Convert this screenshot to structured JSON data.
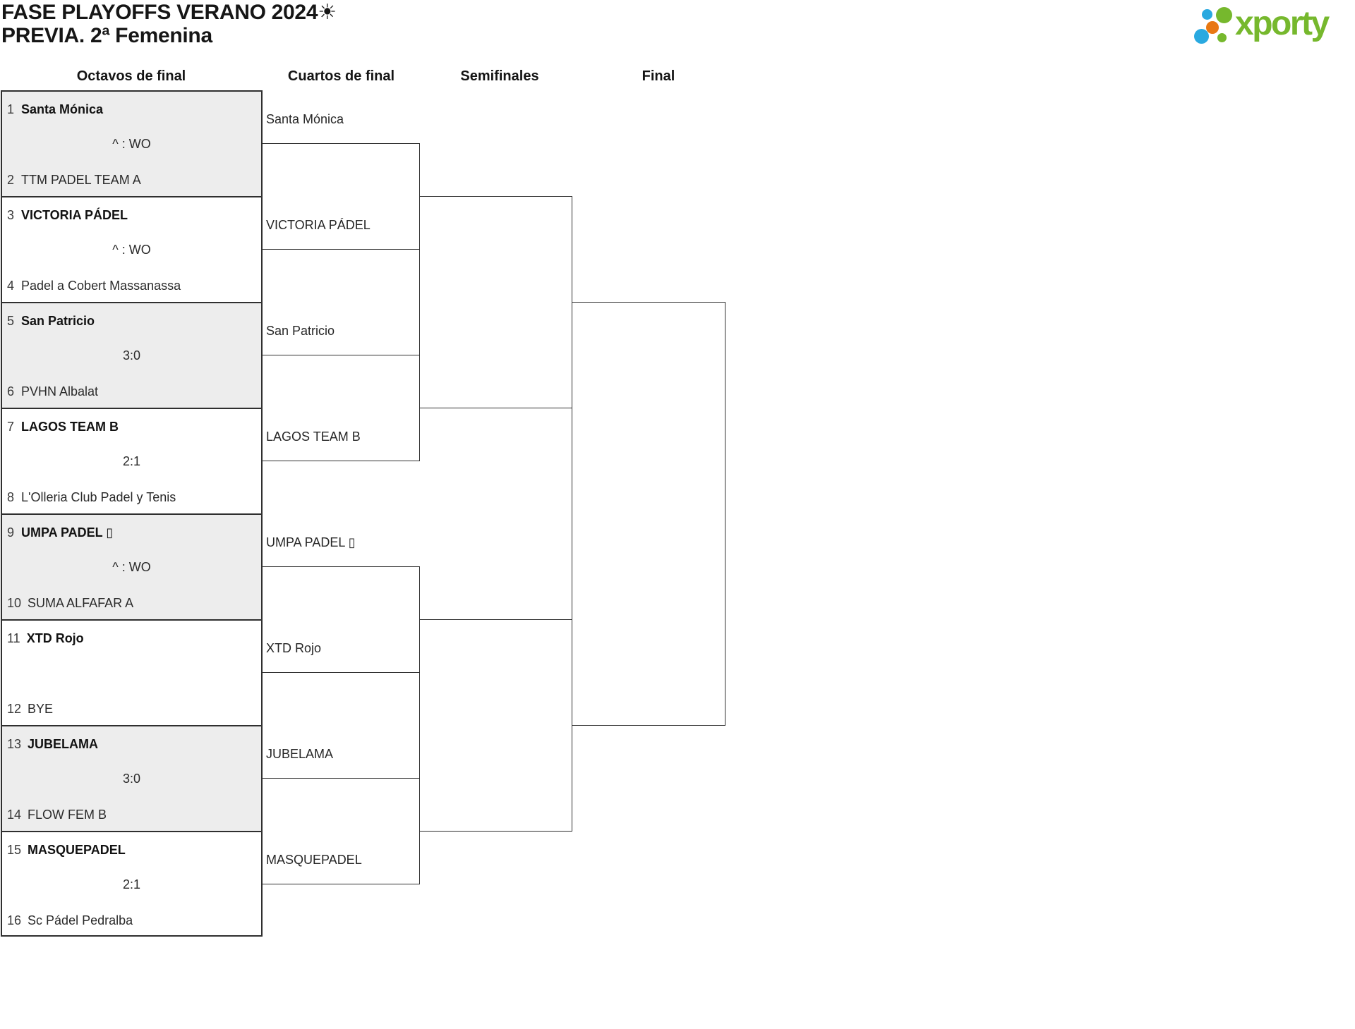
{
  "header": {
    "title_line1": "FASE PLAYOFFS VERANO 2024☀",
    "title_line2": "PREVIA. 2ª Femenina"
  },
  "logo": {
    "text": "xporty",
    "colors": {
      "green": "#76b82d",
      "blue": "#29a9e0",
      "orange": "#e87812"
    }
  },
  "colors": {
    "line": "#2f2f2f",
    "alt_row_fill": "#ededed",
    "text": "#1b1b1b"
  },
  "round_headers": [
    {
      "label": "Octavos de final"
    },
    {
      "label": "Cuartos de final"
    },
    {
      "label": "Semifinales"
    },
    {
      "label": "Final"
    }
  ],
  "octavos": {
    "matches": [
      {
        "seed_a": "1",
        "team_a": "Santa Mónica",
        "score": "^ : WO",
        "seed_b": "2",
        "team_b": "TTM PADEL TEAM A",
        "winner": "a"
      },
      {
        "seed_a": "3",
        "team_a": "VICTORIA PÁDEL",
        "score": "^ : WO",
        "seed_b": "4",
        "team_b": "Padel a Cobert Massanassa",
        "winner": "a"
      },
      {
        "seed_a": "5",
        "team_a": "San Patricio",
        "score": "3:0",
        "seed_b": "6",
        "team_b": "PVHN Albalat",
        "winner": "a"
      },
      {
        "seed_a": "7",
        "team_a": "LAGOS TEAM B",
        "score": "2:1",
        "seed_b": "8",
        "team_b": "L'Olleria Club Padel y Tenis",
        "winner": "a"
      },
      {
        "seed_a": "9",
        "team_a": "UMPA PADEL ▯",
        "score": "^ : WO",
        "seed_b": "10",
        "team_b": "SUMA ALFAFAR A",
        "winner": "a"
      },
      {
        "seed_a": "11",
        "team_a": "XTD Rojo",
        "score": "",
        "seed_b": "12",
        "team_b": "BYE",
        "winner": "a"
      },
      {
        "seed_a": "13",
        "team_a": "JUBELAMA",
        "score": "3:0",
        "seed_b": "14",
        "team_b": "FLOW FEM B",
        "winner": "a"
      },
      {
        "seed_a": "15",
        "team_a": "MASQUEPADEL",
        "score": "2:1",
        "seed_b": "16",
        "team_b": "Sc Pádel Pedralba",
        "winner": "a"
      }
    ]
  },
  "cuartos": {
    "winners": [
      "Santa Mónica",
      "VICTORIA PÁDEL",
      "San Patricio",
      "LAGOS TEAM B",
      "UMPA PADEL ▯",
      "XTD Rojo",
      "JUBELAMA",
      "MASQUEPADEL"
    ]
  }
}
